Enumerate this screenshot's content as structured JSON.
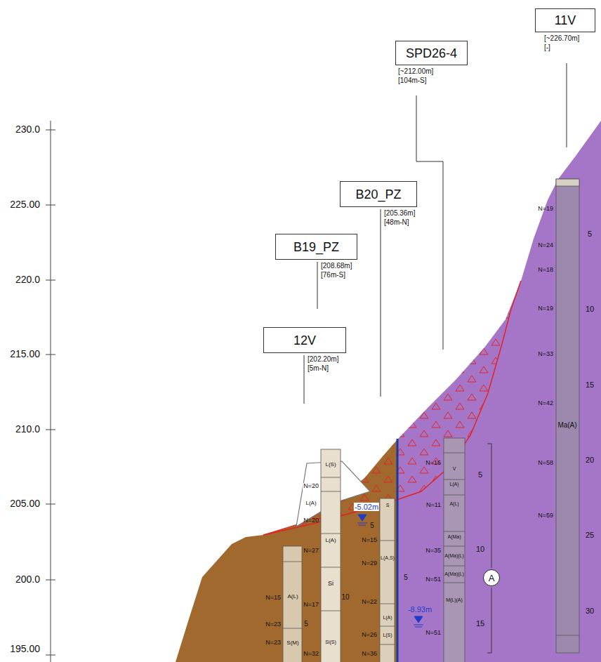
{
  "diagram": {
    "nodes": [
      {
        "text": [
          "11V",
          "[~226.70m] [-]"
        ]
      },
      {
        "text": [
          "SPD26-4",
          "[~212.00m] [104m-S]"
        ]
      },
      {
        "text": [
          "B20_PZ",
          "[205.36m] [48m-N]"
        ]
      },
      {
        "text": [
          "B19_PZ",
          "[208.68m] [76m-S]"
        ]
      },
      {
        "text": [
          "12V",
          "[202.20m] [5m-N]"
        ]
      },
      {
        "text": [
          "A"
        ]
      }
    ],
    "labels": [
      "230.0",
      "225.00",
      "220.0",
      "215.00",
      "210.0",
      "205.00",
      "200.0",
      "195.00",
      "N=19",
      "N=24",
      "N=18",
      "N=19",
      "N=33",
      "N=42",
      "N=58",
      "N=59",
      "Ma(A)",
      "5",
      "10",
      "15",
      "20",
      "25",
      "30",
      "V",
      "L(A)",
      "A(L)",
      "A(Ma)",
      "A(Ma)(L)",
      "A(Ma)(L)",
      "M(L)(A)",
      "N=16",
      "N=11",
      "N=35",
      "N=51",
      "N=51",
      "5",
      "10",
      "15",
      "S",
      "L(A,S)",
      "L(A)",
      "L(S)",
      "N=15",
      "N=29",
      "N=22",
      "N=26",
      "N=36",
      "5",
      "-8.93m",
      "L(S)",
      "L(A)",
      "L(A)",
      "Si",
      "Si(S)",
      "N=20",
      "N=20",
      "N=27",
      "N=17",
      "N=32",
      "5",
      "10",
      "-5.02m",
      "A(L)",
      "S(M)",
      "N=15",
      "N=23",
      "N=23",
      "5"
    ]
  }
}
